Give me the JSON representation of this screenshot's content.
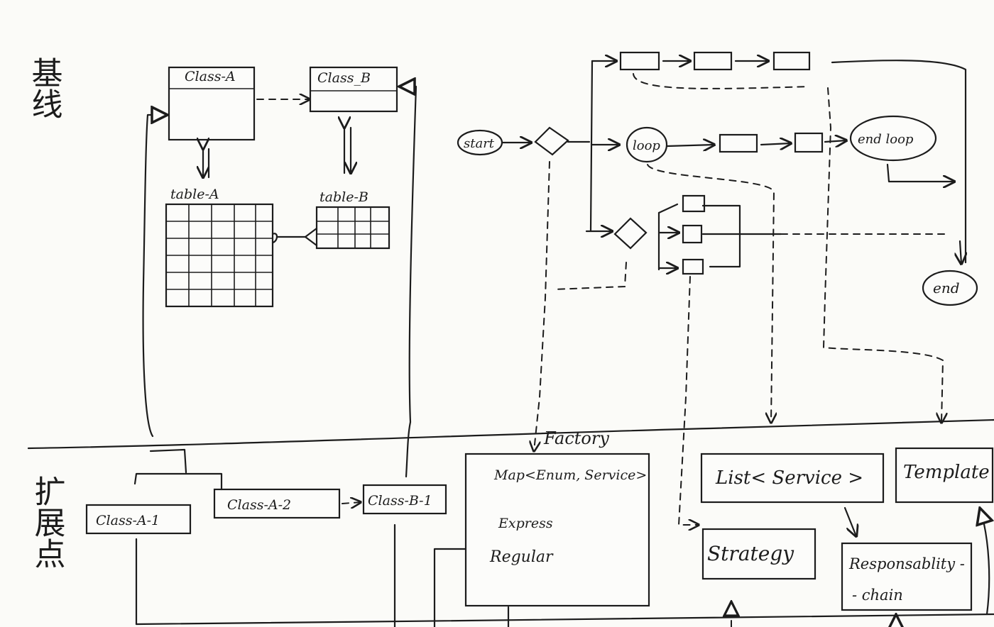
{
  "sections": {
    "baseline": "基线",
    "extension": "扩展点"
  },
  "baseline": {
    "class_a": "Class-A",
    "class_b": "Class_B",
    "table_a": "table-A",
    "table_b": "table-B"
  },
  "flow": {
    "start": "start",
    "loop": "loop",
    "end_loop": "end loop",
    "end": "end"
  },
  "extension": {
    "class_a_1": "Class-A-1",
    "class_a_2": "Class-A-2",
    "class_b_1": "Class-B-1",
    "factory_label": "Factory",
    "factory_lines": [
      "Map<Enum, Service>",
      "Express",
      "Regular"
    ],
    "list_service": "List< Service >",
    "template": "Template",
    "strategy": "Strategy",
    "chain_line1": "Responsablity -",
    "chain_line2": "- chain"
  }
}
